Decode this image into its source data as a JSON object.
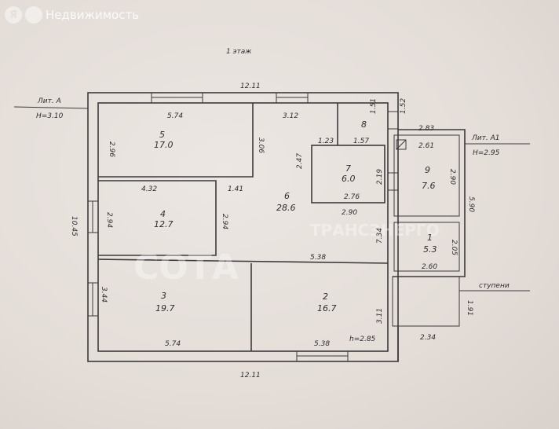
{
  "watermark": {
    "logo": "Я",
    "brand": "Недвижимость"
  },
  "plan": {
    "floor": "1 этаж",
    "lit_a": "Лит. А",
    "h_a": "H=3.10",
    "lit_a1": "Лит. А1",
    "h_a1": "H=2.95",
    "steps": "ступени",
    "ceiling": "h=2.85",
    "stamp": "СОТА",
    "stamp2": "ТРАНСЭНЕРГО",
    "rooms": [
      {
        "no": "5",
        "area": "17.0"
      },
      {
        "no": "4",
        "area": "12.7"
      },
      {
        "no": "3",
        "area": "19.7"
      },
      {
        "no": "6",
        "area": "28.6"
      },
      {
        "no": "2",
        "area": "16.7"
      },
      {
        "no": "7",
        "area": "6.0"
      },
      {
        "no": "8",
        "area": ""
      },
      {
        "no": "9",
        "area": "7.6"
      },
      {
        "no": "1",
        "area": "5.3"
      }
    ],
    "dims": [
      "12.11",
      "12.11",
      "5.74",
      "3.12",
      "2.96",
      "3.06",
      "4.32",
      "1.41",
      "2.94",
      "2.94",
      "10.45",
      "3.44",
      "5.74",
      "5.38",
      "5.38",
      "1.23",
      "1.57",
      "1.51",
      "1.52",
      "2.47",
      "2.19",
      "2.76",
      "2.90",
      "7.34",
      "3.11",
      "2.83",
      "2.61",
      "2.90",
      "5.90",
      "2.05",
      "2.60",
      "1.91",
      "2.34"
    ]
  }
}
